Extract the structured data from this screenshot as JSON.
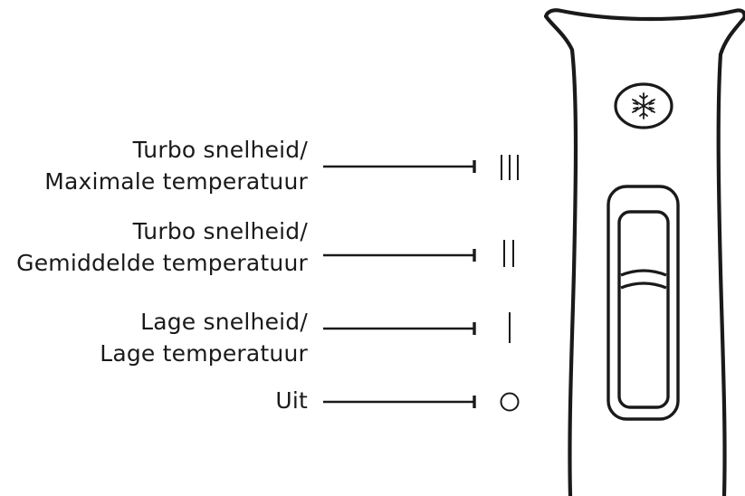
{
  "settings": [
    {
      "line1": "Turbo snelheid/",
      "line2": "Maximale temperatuur",
      "symbol": "III"
    },
    {
      "line1": "Turbo snelheid/",
      "line2": "Gemiddelde temperatuur",
      "symbol": "II"
    },
    {
      "line1": "Lage snelheid/",
      "line2": "Lage temperatuur",
      "symbol": "I"
    },
    {
      "line1": "Uit",
      "line2": "",
      "symbol": "O"
    }
  ],
  "icons": {
    "cool_button": "snowflake-icon",
    "switch": "slide-switch"
  },
  "colors": {
    "ink": "#1a1a1a",
    "background": "#ffffff"
  }
}
